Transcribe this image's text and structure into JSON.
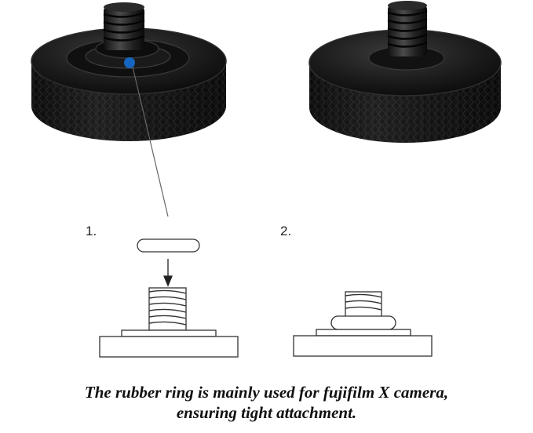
{
  "diagram": {
    "steps": [
      {
        "number": "1."
      },
      {
        "number": "2."
      }
    ]
  },
  "caption": {
    "line1": "The rubber ring is mainly used for fujifilm X camera,",
    "line2": "ensuring tight attachment."
  },
  "colors": {
    "metal_dark": "#141414",
    "metal_highlight": "#3a3a3a",
    "pointer_dot": "#1565c0",
    "line": "#555555"
  }
}
